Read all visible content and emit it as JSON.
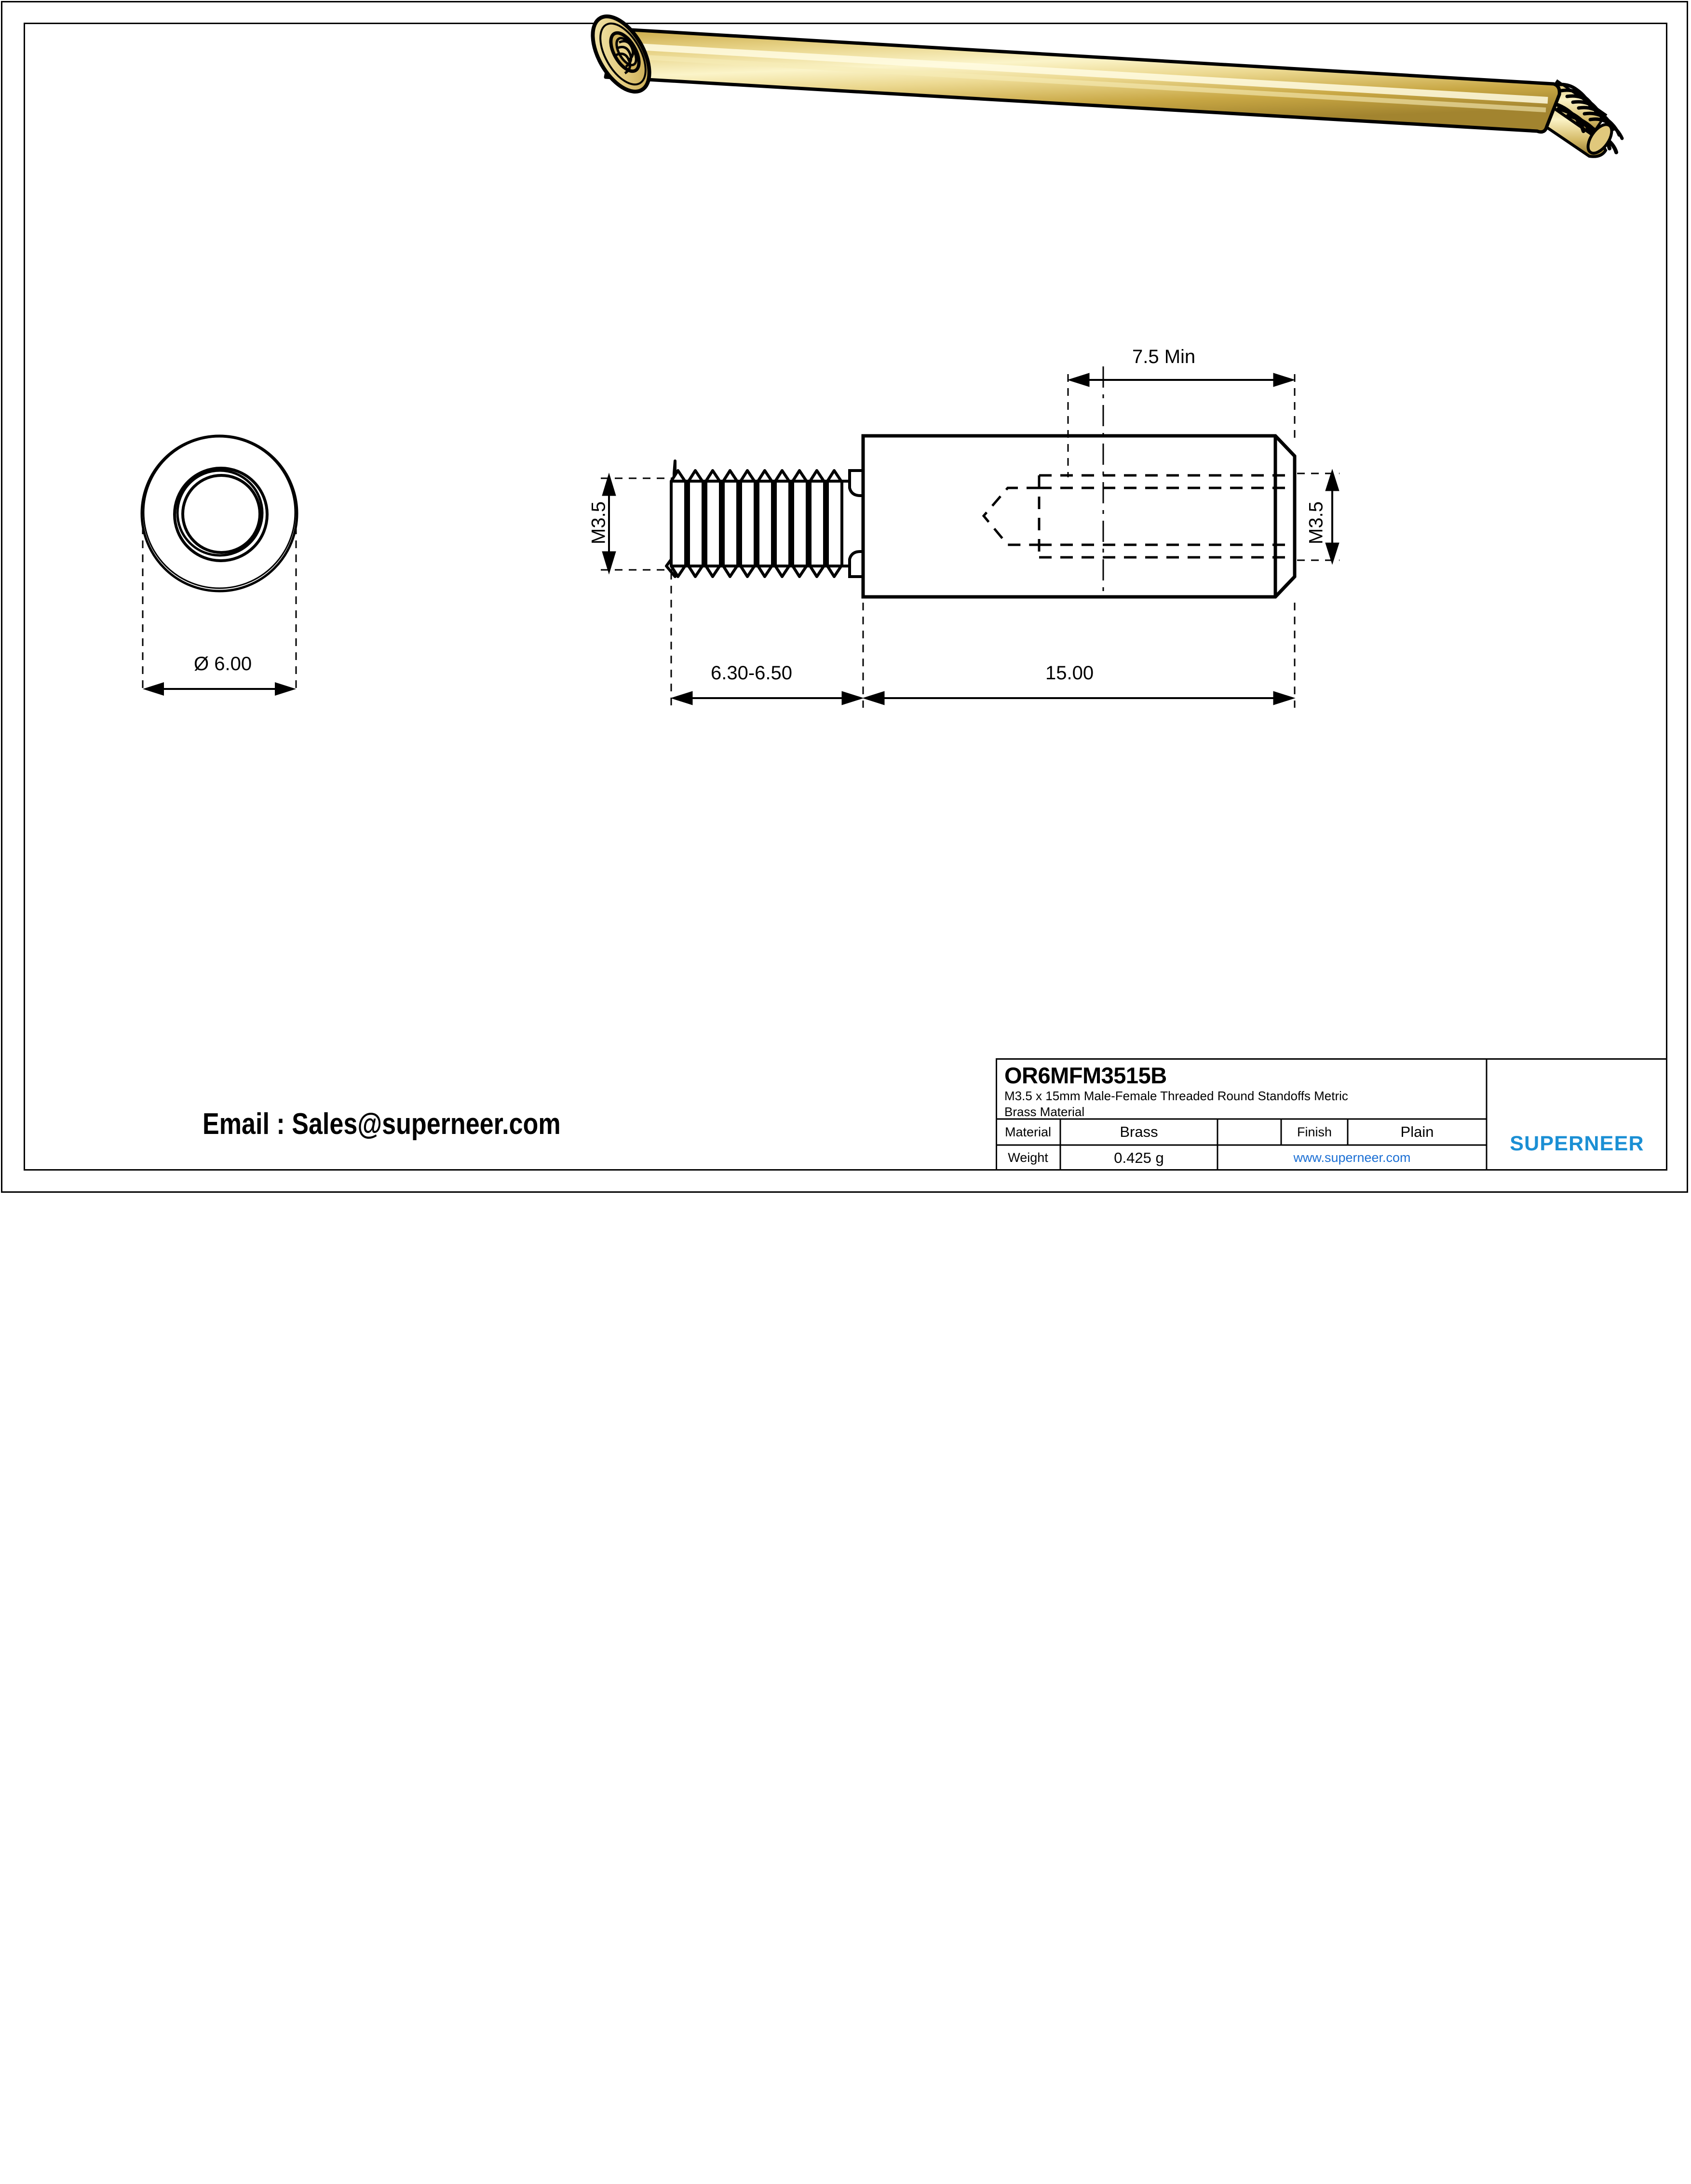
{
  "drawing": {
    "type": "engineering-part-drawing",
    "part_number": "OR6MFM3515B",
    "description_line1": "M3.5 x 15mm Male-Female Threaded Round Standoffs Metric",
    "description_line2": "Brass Material",
    "email_text": "Email : Sales@superneer.com",
    "dimensions": {
      "diameter": "Ø 6.00",
      "thread_male_length": "6.30-6.50",
      "body_length": "15.00",
      "female_thread_depth": "7.5 Min",
      "male_thread_spec": "M3.5",
      "female_thread_spec": "M3.5"
    }
  },
  "title_block": {
    "material_label": "Material",
    "material_value": "Brass",
    "finish_label": "Finish",
    "finish_value": "Plain",
    "weight_label": "Weight",
    "weight_value": "0.425 g",
    "website": "www.superneer.com"
  },
  "logo": {
    "wordmark": "SUPERNEER",
    "brand_color": "#1b8fd4",
    "bar_count": 8
  },
  "colors": {
    "line": "#000000",
    "brass_light": "#f2e6a8",
    "brass_mid": "#d9bf66",
    "brass_dark": "#9e8234",
    "link": "#1b6fd4"
  },
  "chart_data": {
    "type": "table",
    "title": "OR6MFM3515B",
    "categories": [
      "Material",
      "Finish",
      "Weight"
    ],
    "values": [
      "Brass",
      "Plain",
      "0.425 g"
    ]
  }
}
